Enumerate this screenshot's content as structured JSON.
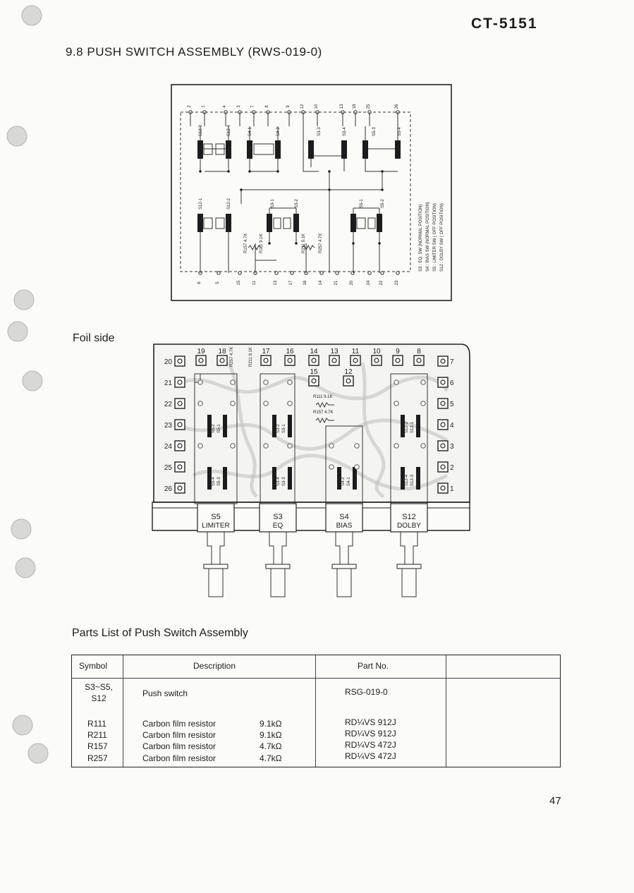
{
  "header": {
    "model": "CT-5151"
  },
  "section": {
    "title": "9.8  PUSH SWITCH ASSEMBLY (RWS-019-0)"
  },
  "schematic": {
    "top_pins": [
      "2",
      "1",
      "4",
      "3",
      "7",
      "8",
      "9",
      "12",
      "10",
      "13",
      "18",
      "25",
      "26"
    ],
    "bottom_pins": [
      "6",
      "5",
      "15",
      "11",
      "13",
      "17",
      "16",
      "14",
      "21",
      "20",
      "24",
      "22",
      "23"
    ],
    "switch_labels": [
      "S12-3",
      "S12-4",
      "S4-1",
      "S4-2",
      "S3-3",
      "S3-4",
      "S5-3",
      "S5-4",
      "S12-1",
      "S12-2",
      "S3-1",
      "S3-2",
      "S5-1",
      "S5-2"
    ],
    "resistors": [
      "R157 4.7K",
      "R111 9.1K",
      "R211 9.1K",
      "R257 4.7K"
    ],
    "legend": [
      "S3 : EQ. SW (NORMAL POSITION)",
      "S4 : BIAS SW (NORMAL POSITION)",
      "S5 : LIMITER SW ( OFF POSITION)",
      "S12 : DOLBY SW ( OFF POSITION)"
    ]
  },
  "foil": {
    "label": "Foil side",
    "top_pins": [
      "19",
      "18",
      "17",
      "16",
      "14",
      "13",
      "11",
      "10",
      "9",
      "8"
    ],
    "mid_pins": [
      "15",
      "12"
    ],
    "left_pins": [
      "20",
      "21",
      "22",
      "23",
      "24",
      "25",
      "26"
    ],
    "right_pins": [
      "7",
      "6",
      "5",
      "4",
      "3",
      "2",
      "1"
    ],
    "resistor_labels": [
      "R257 4.7K",
      "R211 9.1K",
      "R111 9.1K",
      "R157 4.7K"
    ],
    "switches": [
      {
        "name": "S5",
        "function": "LIMITER"
      },
      {
        "name": "S3",
        "function": "EQ"
      },
      {
        "name": "S4",
        "function": "BIAS"
      },
      {
        "name": "S12",
        "function": "DOLBY"
      }
    ],
    "contact_labels": [
      "S5-2",
      "S5-1",
      "S3-2",
      "S3-1",
      "S12-2",
      "S12-1",
      "S5-4",
      "S5-3",
      "S3-4",
      "S3-3",
      "S4-2",
      "S4-1",
      "S12-4",
      "S12-3"
    ]
  },
  "parts": {
    "title": "Parts List of Push Switch Assembly",
    "headers": {
      "symbol": "Symbol",
      "description": "Description",
      "part_no": "Part No.",
      "remarks": ""
    },
    "rows": [
      {
        "symbol": "S3~S5,\nS12",
        "description": "Push switch",
        "value": "",
        "part_no": "RSG-019-0"
      },
      {
        "symbol": "R111",
        "description": "Carbon film resistor",
        "value": "9.1kΩ",
        "part_no": "RD¼VS  912J"
      },
      {
        "symbol": "R211",
        "description": "Carbon film resistor",
        "value": "9.1kΩ",
        "part_no": "RD¼VS  912J"
      },
      {
        "symbol": "R157",
        "description": "Carbon film resistor",
        "value": "4.7kΩ",
        "part_no": "RD¼VS  472J"
      },
      {
        "symbol": "R257",
        "description": "Carbon film resistor",
        "value": "4.7kΩ",
        "part_no": "RD¼VS  472J"
      }
    ]
  },
  "footer": {
    "page_number": "47"
  }
}
